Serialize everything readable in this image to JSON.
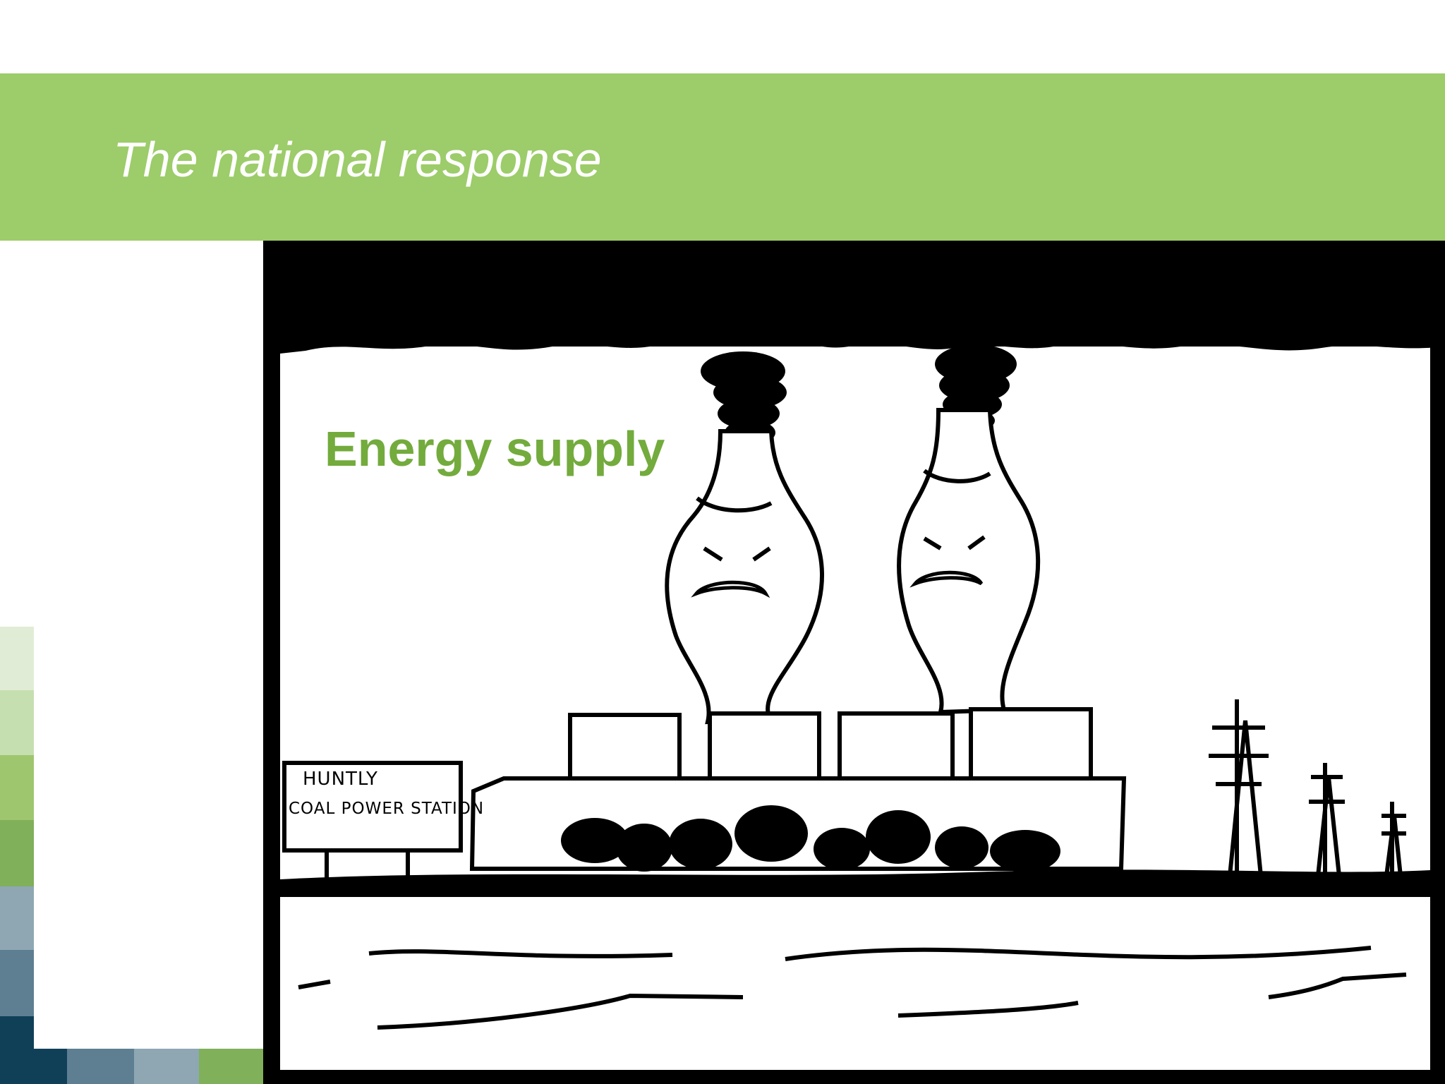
{
  "slide": {
    "title": "The national response",
    "subheading": "Energy supply"
  },
  "illustration": {
    "sign_line_1": "HUNTLY",
    "sign_line_2": "COAL POWER STATION"
  },
  "colors": {
    "header_band": "#9dcc6a",
    "title_text": "#ffffff",
    "subheading_text": "#73ab3d",
    "swatches": [
      "#e1ecd6",
      "#c6dfb1",
      "#9ec66e",
      "#80b05a",
      "#8ea7b3",
      "#5e7f92",
      "#104058"
    ]
  }
}
